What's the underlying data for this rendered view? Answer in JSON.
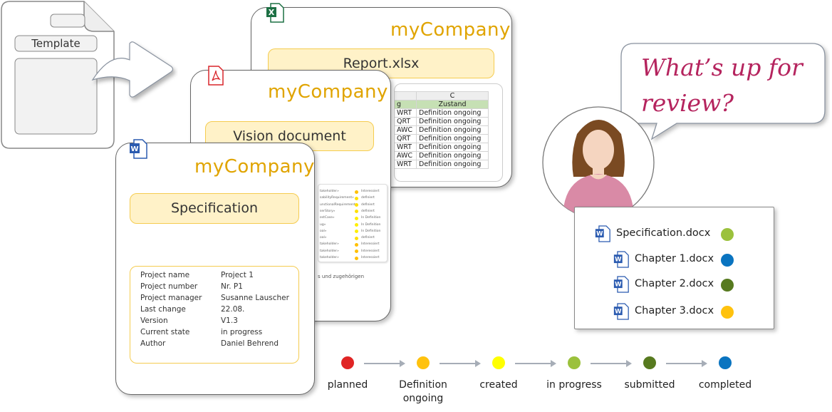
{
  "template": {
    "label": "Template"
  },
  "report": {
    "logo": "myCompany",
    "title": "Report.xlsx",
    "table": {
      "column_letter": "C",
      "header_left": "g",
      "header": "Zustand",
      "rows": [
        [
          "WRT",
          "Definition ongoing"
        ],
        [
          "QRT",
          "Definition ongoing"
        ],
        [
          "AWC",
          "Definition ongoing"
        ],
        [
          "QRT",
          "Definition ongoing"
        ],
        [
          "WRT",
          "Definition ongoing"
        ],
        [
          "AWC",
          "Definition ongoing"
        ],
        [
          "WRT",
          "Definition ongoing"
        ]
      ]
    }
  },
  "vision": {
    "logo": "myCompany",
    "title": "Vision document",
    "mini_rows": [
      [
        "takeholder»",
        "Interessiert",
        "#ffc000"
      ],
      [
        "sabilityRequirement»",
        "definiert",
        "#ffe000"
      ],
      [
        "unctionalRequirement»",
        "definiert",
        "#ffe000"
      ],
      [
        "serStory»",
        "definiert",
        "#ffe000"
      ],
      [
        "estCase»",
        "In Definition",
        "#ffee00"
      ],
      [
        "ug»",
        "In Definition",
        "#ffee00"
      ],
      [
        "oal»",
        "In Definition",
        "#ffee00"
      ],
      [
        "oal»",
        "definiert",
        "#ffe000"
      ],
      [
        "takeholder»",
        "Interessiert",
        "#ffc000"
      ],
      [
        "takeholder»",
        "Interessiert",
        "#ffc000"
      ],
      [
        "takeholder»",
        "Interessiert",
        "#ffc000"
      ]
    ],
    "footer_text": "s und zugehörigen"
  },
  "spec": {
    "logo": "myCompany",
    "title": "Specification",
    "info": [
      {
        "label": "Project name",
        "value": "Project 1"
      },
      {
        "label": "Project number",
        "value": "Nr. P1"
      },
      {
        "label": "Project manager",
        "value": "Susanne Lauscher"
      },
      {
        "label": "Last change",
        "value": "22.08."
      },
      {
        "label": "Version",
        "value": "V1.3"
      },
      {
        "label": "Current state",
        "value": "in progress"
      },
      {
        "label": "Author",
        "value": "Daniel Behrend"
      }
    ]
  },
  "bubble": {
    "text": "What’s up for review?"
  },
  "files": [
    {
      "name": "Specification.docx",
      "status_color": "#9bc13c",
      "icon": "word-icon"
    },
    {
      "name": "Chapter 1.docx",
      "status_color": "#0a74c0",
      "icon": "word-icon"
    },
    {
      "name": "Chapter  2.docx",
      "status_color": "#577a1f",
      "icon": "word-icon"
    },
    {
      "name": "Chapter 3.docx",
      "status_color": "#ffc20e",
      "icon": "word-icon"
    }
  ],
  "statuses": [
    {
      "label": "planned",
      "color": "#e02424"
    },
    {
      "label": "Definition ongoing",
      "color": "#ffc20e"
    },
    {
      "label": "created",
      "color": "#ffff00"
    },
    {
      "label": "in progress",
      "color": "#9bc13c"
    },
    {
      "label": "submitted",
      "color": "#577a1f"
    },
    {
      "label": "completed",
      "color": "#0a74c0"
    }
  ],
  "colors": {
    "accent": "#e0a400",
    "title_fill": "#fff2c8",
    "bubble_text": "#b5245e"
  }
}
